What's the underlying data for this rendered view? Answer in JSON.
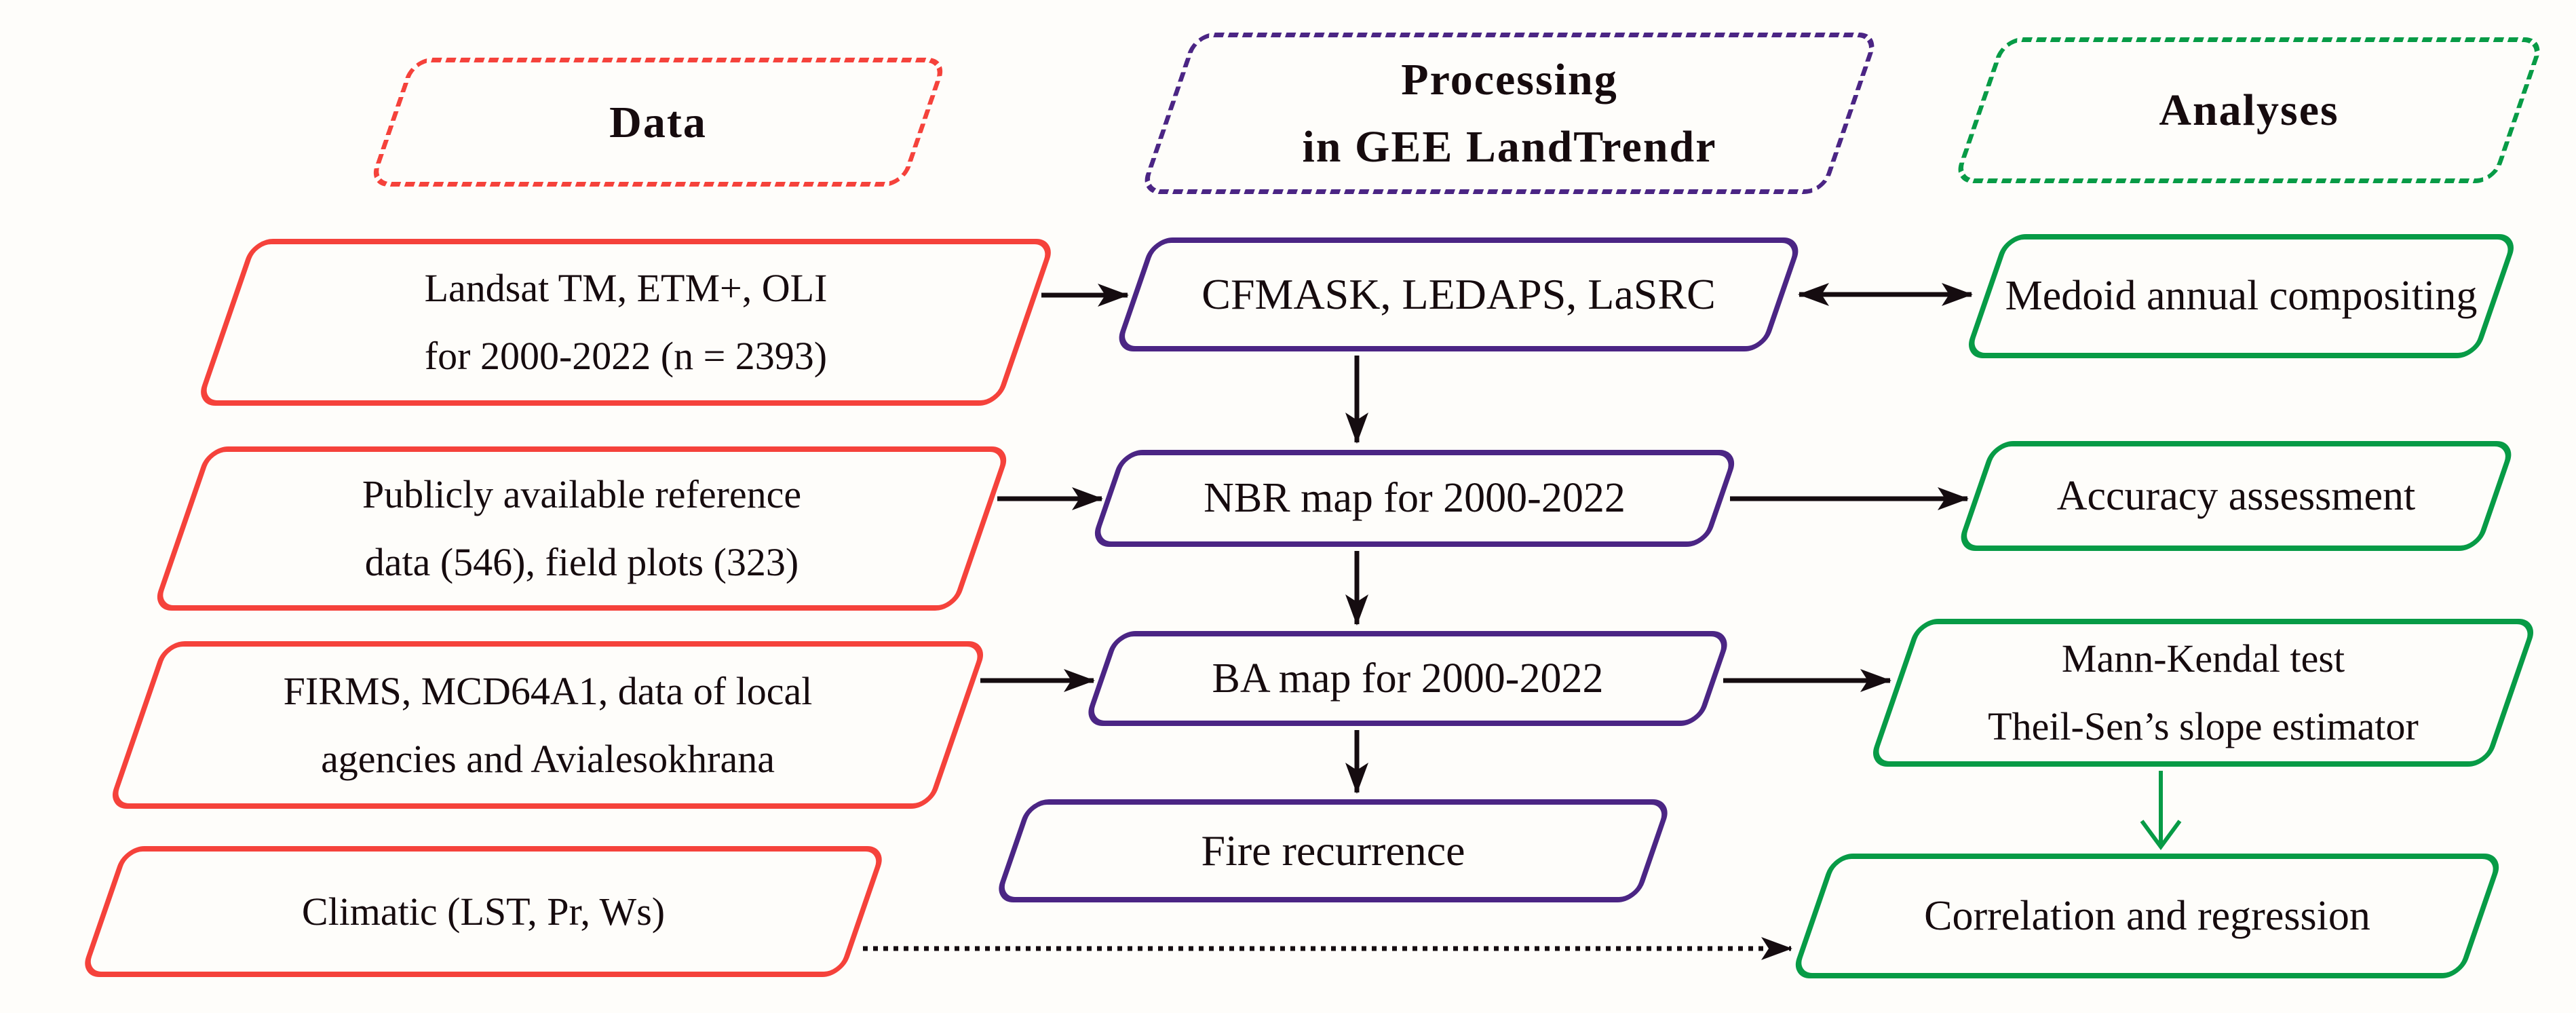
{
  "figure": {
    "type": "flowchart",
    "description": "Three-column methodology flowchart: data sources, processing in GEE LandTrendr, and analyses"
  },
  "headers": {
    "data": {
      "label": "Data"
    },
    "processing": {
      "line1": "Processing",
      "line2": "in GEE LandTrendr"
    },
    "analyses": {
      "label": "Analyses"
    }
  },
  "data_column": {
    "landsat": {
      "line1": "Landsat TM, ETM+, OLI",
      "line2": "for 2000-2022 (n = 2393)"
    },
    "reference": {
      "line1": "Publicly available reference",
      "line2": "data (546), field plots (323)"
    },
    "firms": {
      "line1": "FIRMS, MCD64A1, data of local",
      "line2": "agencies and Avialesokhrana"
    },
    "climatic": {
      "label": "Climatic (LST, Pr, Ws)"
    }
  },
  "processing_column": {
    "cfmask": {
      "label": "CFMASK, LEDAPS, LaSRC"
    },
    "nbr": {
      "label": "NBR map for 2000-2022"
    },
    "ba": {
      "label": "BA map for 2000-2022"
    },
    "fire": {
      "label": "Fire recurrence"
    }
  },
  "analyses_column": {
    "medoid": {
      "label": "Medoid annual compositing"
    },
    "accuracy": {
      "label": "Accuracy assessment"
    },
    "mann_kendal": {
      "line1": "Mann-Kendal test",
      "line2": "Theil-Sen’s slope estimator"
    },
    "correlation": {
      "label": "Correlation and regression"
    }
  },
  "colors": {
    "data_accent": "#f5423b",
    "processing_accent": "#4b2584",
    "analyses_accent": "#079b46",
    "arrow": "#150c10",
    "background": "#fefdfa"
  }
}
